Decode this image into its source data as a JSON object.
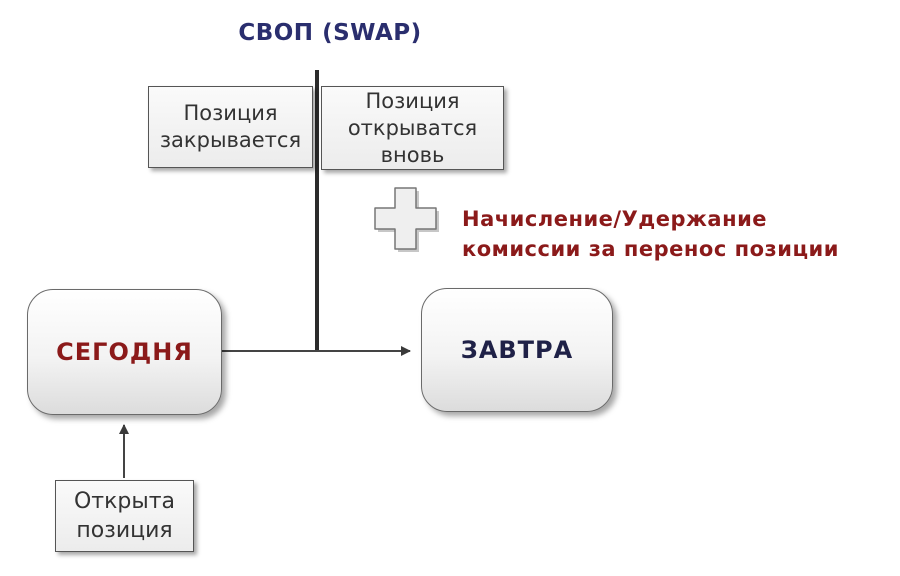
{
  "title": "СВОП (SWAP)",
  "boxes": {
    "closes": [
      "Позиция",
      "закрывается"
    ],
    "reopens": [
      "Позиция",
      "открыватся",
      "вновь"
    ],
    "today": "СЕГОДНЯ",
    "tomorrow": "ЗАВТРА",
    "opened": [
      "Открыта",
      "позиция"
    ]
  },
  "fee_note": [
    "Начисление/Удержание",
    "комиссии за перенос позиции"
  ],
  "colors": {
    "title": "#2a2e6e",
    "accent_red": "#8b1a1a",
    "dark_navy": "#1f2147",
    "line": "#555555"
  },
  "icons": {
    "plus": "plus-icon"
  }
}
